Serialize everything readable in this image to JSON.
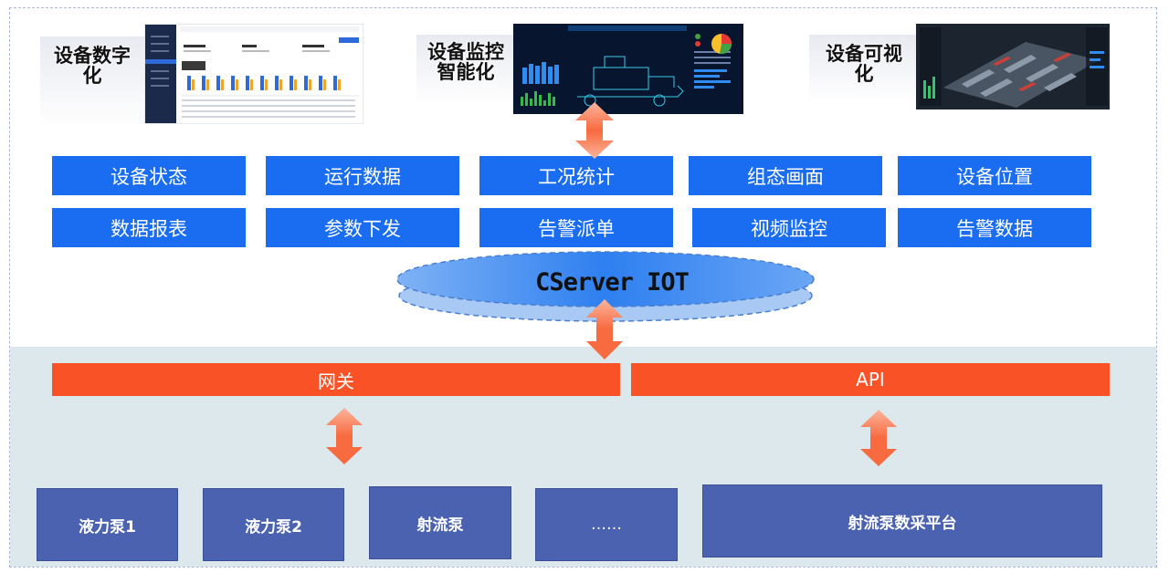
{
  "showcase": {
    "card1": {
      "label_l1": "设备数字",
      "label_l2": "化"
    },
    "card2": {
      "label_l1": "设备监控",
      "label_l2": "智能化"
    },
    "card3": {
      "label_l1": "设备可视",
      "label_l2": "化"
    }
  },
  "functions": {
    "row1": [
      "设备状态",
      "运行数据",
      "工况统计",
      "组态画面",
      "设备位置"
    ],
    "row2": [
      "数据报表",
      "参数下发",
      "告警派单",
      "视频监控",
      "告警数据"
    ]
  },
  "core": {
    "label": "CServer IOT"
  },
  "bars": {
    "gateway": "网关",
    "api": "API"
  },
  "devices": [
    "液力泵1",
    "液力泵2",
    "射流泵",
    "……",
    "射流泵数采平台"
  ],
  "colors": {
    "function_blue": "#1a6df0",
    "bar_orange": "#fa5227",
    "device_blue": "#4a62b0",
    "bottom_zone": "#dde8ec",
    "arrow_orange": "#f86a3f"
  }
}
